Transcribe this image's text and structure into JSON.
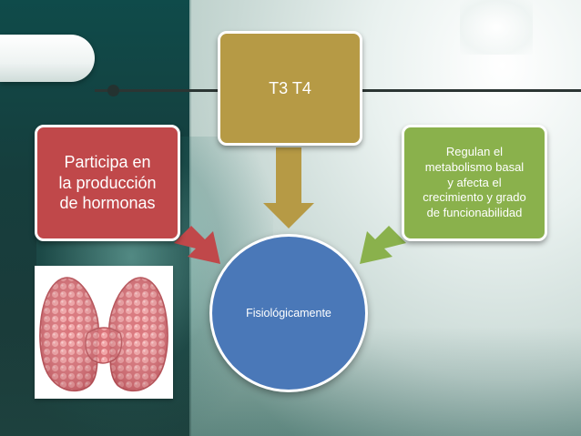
{
  "diagram": {
    "top_box": {
      "text": "T3 T4",
      "color": "#b69a45"
    },
    "left_box": {
      "text": "Participa en\nla producción\nde hormonas",
      "color": "#c0484a"
    },
    "right_box": {
      "text": "Regulan el\nmetabolismo basal\ny afecta el\ncrecimiento y grado\nde funcionabilidad",
      "color": "#8ab14c"
    },
    "center_circle": {
      "text": "Fisiológicamente",
      "color": "#4a78b8"
    }
  },
  "image": {
    "icon": "thyroid-gland-illustration"
  }
}
